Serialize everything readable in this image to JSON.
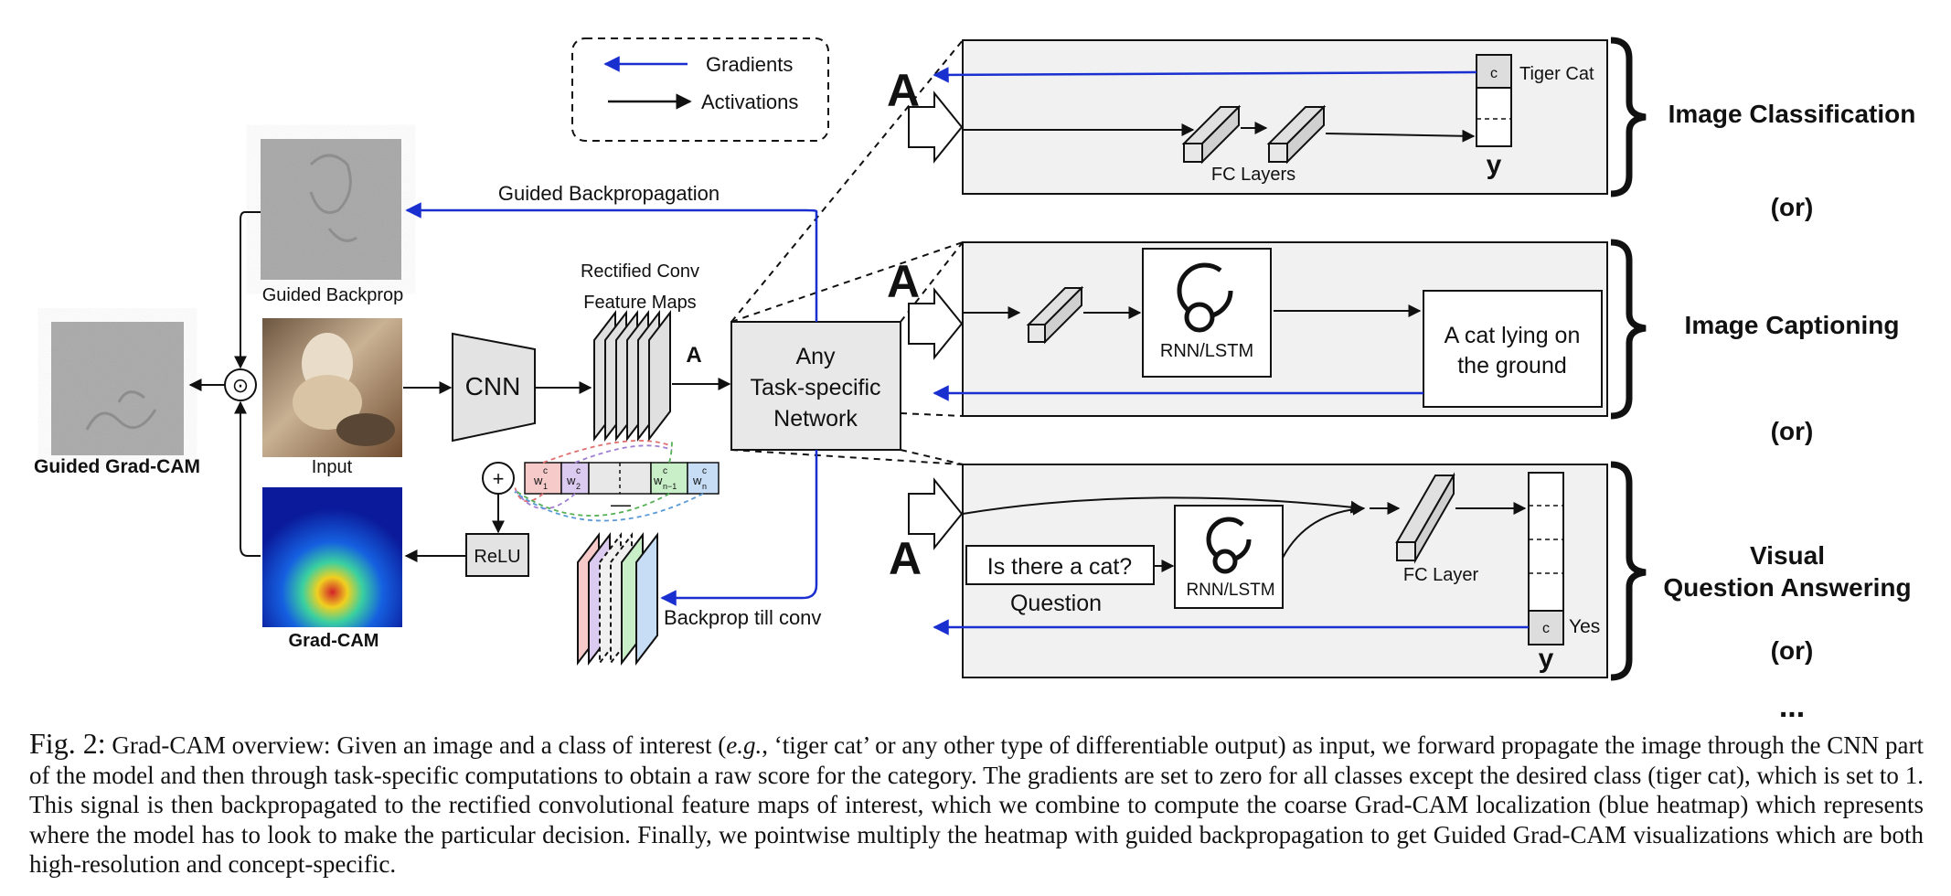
{
  "legend": {
    "gradients": "Gradients",
    "activations": "Activations"
  },
  "left": {
    "guided_gradcam": "Guided Grad-CAM",
    "guided_backprop": "Guided Backprop",
    "input": "Input",
    "gradcam": "Grad-CAM",
    "pointwise": "⊙",
    "relu": "ReLU",
    "plus": "+"
  },
  "middle": {
    "cnn": "CNN",
    "rectified_line1": "Rectified Conv",
    "rectified_line2": "Feature Maps",
    "a_label": "A",
    "network_line1": "Any",
    "network_line2": "Task-specific",
    "network_line3": "Network",
    "guided_backprop_path": "Guided Backpropagation",
    "backprop_till_conv": "Backprop till conv",
    "weight_labels": [
      "w",
      "w",
      "w",
      "w"
    ],
    "weight_sups": [
      "c",
      "c",
      "c",
      "c"
    ],
    "weight_subs": [
      "1",
      "2",
      "n−1",
      "n"
    ],
    "minus_bar": "—"
  },
  "tasks": {
    "classification": {
      "a": "A",
      "fc_layers": "FC Layers",
      "class_c": "c",
      "tiger_cat": "Tiger Cat",
      "y": "y",
      "title": "Image Classification"
    },
    "captioning": {
      "a": "A",
      "rnn": "RNN/LSTM",
      "caption_line1": "A cat lying on",
      "caption_line2": "the ground",
      "title": "Image Captioning"
    },
    "vqa": {
      "a": "A",
      "question_box": "Is there a cat?",
      "question_label": "Question",
      "rnn": "RNN/LSTM",
      "fc_layer": "FC Layer",
      "class_c": "c",
      "yes": "Yes",
      "y": "y",
      "title_line1": "Visual",
      "title_line2": "Question Answering"
    },
    "or_labels": [
      "(or)",
      "(or)",
      "(or)"
    ],
    "ellipsis": "..."
  },
  "caption": {
    "fig_label": "Fig. 2:",
    "part1": " Grad-CAM overview: Given an image and a class of interest (",
    "eg": "e.g.",
    "part2": ", ‘tiger cat’ or any other type of differentiable output) as input, we forward propagate the image through the CNN part of the model and then through task-specific computations to obtain a raw score for the category. The gradients are set to zero for all classes except the desired class (tiger cat), which is set to 1. This signal is then backpropagated to the rectified convolutional feature maps of interest, which we combine to compute the coarse Grad-CAM localization (blue heatmap) which represents where the model has to look to make the particular decision. Finally, we pointwise multiply the heatmap with guided backpropagation to get Guided Grad-CAM visualizations which are both high-resolution and concept-specific."
  },
  "colors": {
    "gradient_blue": "#1a2fd0",
    "panel_fill": "#f1f1f1",
    "box_fill": "#e3e3e3",
    "weight_colors": [
      "#f7caca",
      "#dccbf0",
      "#c9efc9",
      "#c6ddf5"
    ]
  }
}
